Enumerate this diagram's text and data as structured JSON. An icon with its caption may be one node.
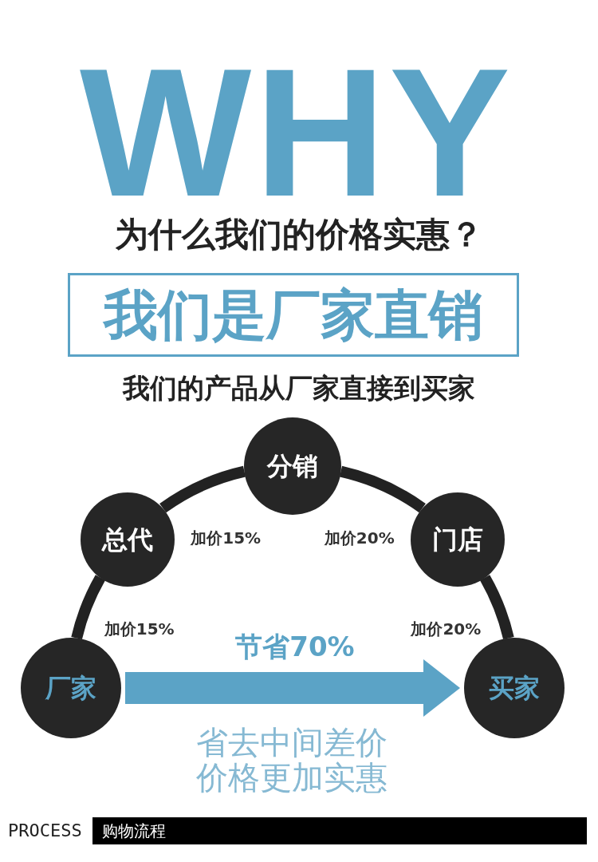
{
  "diagram": {
    "title": "为什么我们的价格实惠？",
    "nodes": [
      {
        "text": [
          "我们是厂家直销"
        ]
      },
      {
        "text": [
          "厂家"
        ]
      },
      {
        "text": [
          "总代"
        ]
      },
      {
        "text": [
          "分销"
        ]
      },
      {
        "text": [
          "门店"
        ]
      },
      {
        "text": [
          "买家"
        ]
      }
    ],
    "edges": [
      {
        "from": 1,
        "to": 2,
        "arrow": "none",
        "label": "加价15%"
      },
      {
        "from": 2,
        "to": 3,
        "arrow": "none",
        "label": "加价15%"
      },
      {
        "from": 3,
        "to": 4,
        "arrow": "none",
        "label": "加价20%"
      },
      {
        "from": 4,
        "to": 5,
        "arrow": "none",
        "label": "加价20%"
      },
      {
        "from": 1,
        "to": 5,
        "arrow": "to",
        "label": "节省70%",
        "style": "thick",
        "color": "#5ba3c6"
      }
    ],
    "labels": [
      "WHY",
      "我们的产品从厂家直接到买家",
      "省去中间差价价格更加实惠",
      "PROCESS",
      "购物流程"
    ]
  }
}
